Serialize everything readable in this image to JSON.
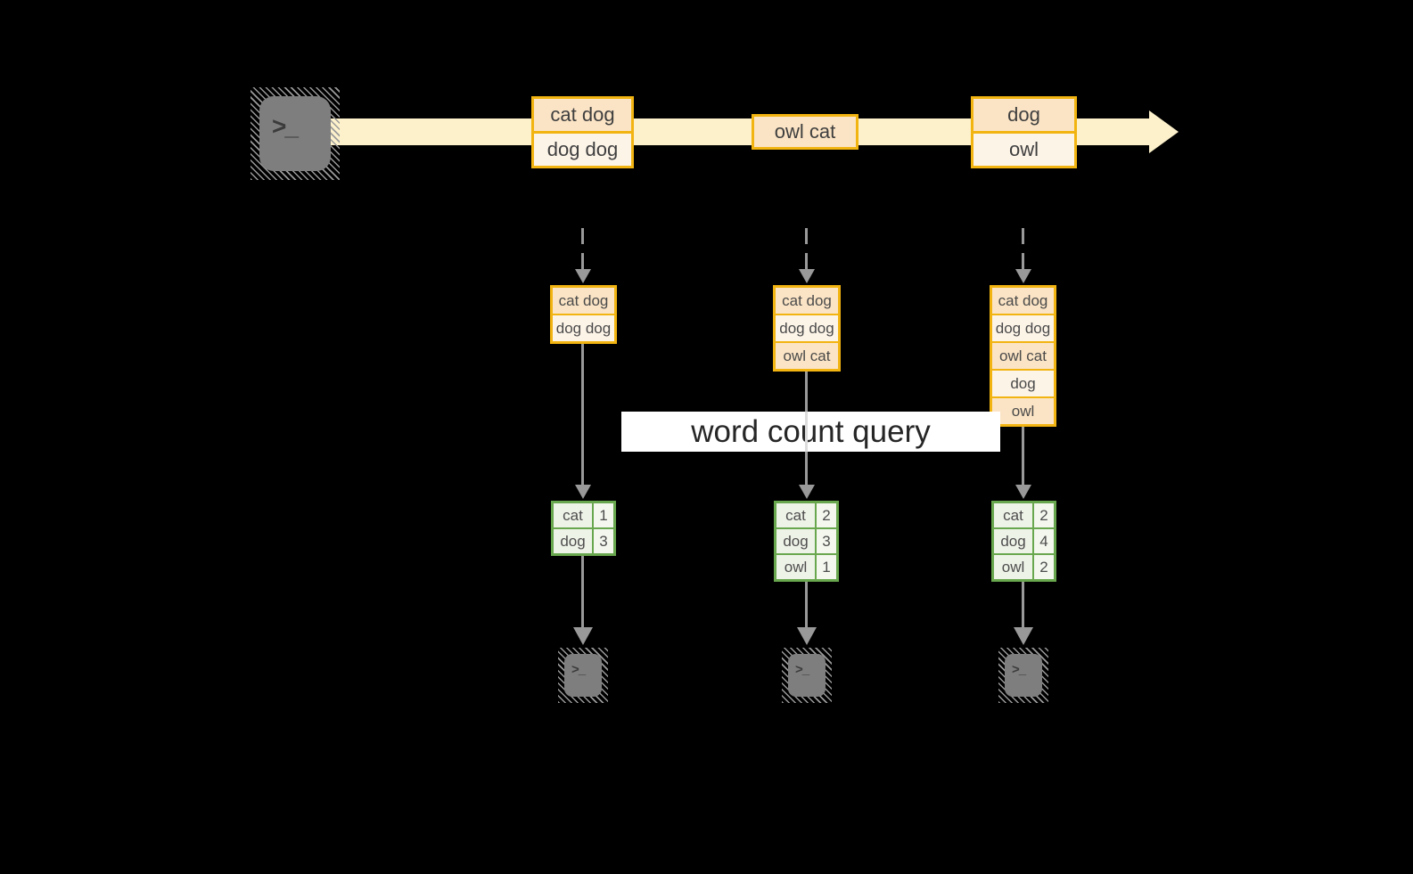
{
  "colors": {
    "stream_band": "#fcf1cb",
    "box_border": "#f2b411",
    "box_fill_dark": "#fbe4c5",
    "box_fill_light": "#fdf4e8",
    "table_border": "#69a74e",
    "table_fill": "#eef3e8",
    "arrow_gray": "#999999",
    "terminal_gray": "#7e7e7e"
  },
  "label": {
    "text": "word count query"
  },
  "terminal_glyph": ">_",
  "stream_events": [
    {
      "rows": [
        "cat dog",
        "dog dog"
      ]
    },
    {
      "rows": [
        "owl cat"
      ]
    },
    {
      "rows": [
        "dog",
        "owl"
      ]
    }
  ],
  "columns": [
    {
      "buffer": [
        "cat dog",
        "dog dog"
      ],
      "counts": [
        {
          "word": "cat",
          "count": "1"
        },
        {
          "word": "dog",
          "count": "3"
        }
      ]
    },
    {
      "buffer": [
        "cat dog",
        "dog dog",
        "owl cat"
      ],
      "counts": [
        {
          "word": "cat",
          "count": "2"
        },
        {
          "word": "dog",
          "count": "3"
        },
        {
          "word": "owl",
          "count": "1"
        }
      ]
    },
    {
      "buffer": [
        "cat dog",
        "dog dog",
        "owl cat",
        "dog",
        "owl"
      ],
      "counts": [
        {
          "word": "cat",
          "count": "2"
        },
        {
          "word": "dog",
          "count": "4"
        },
        {
          "word": "owl",
          "count": "2"
        }
      ]
    }
  ]
}
